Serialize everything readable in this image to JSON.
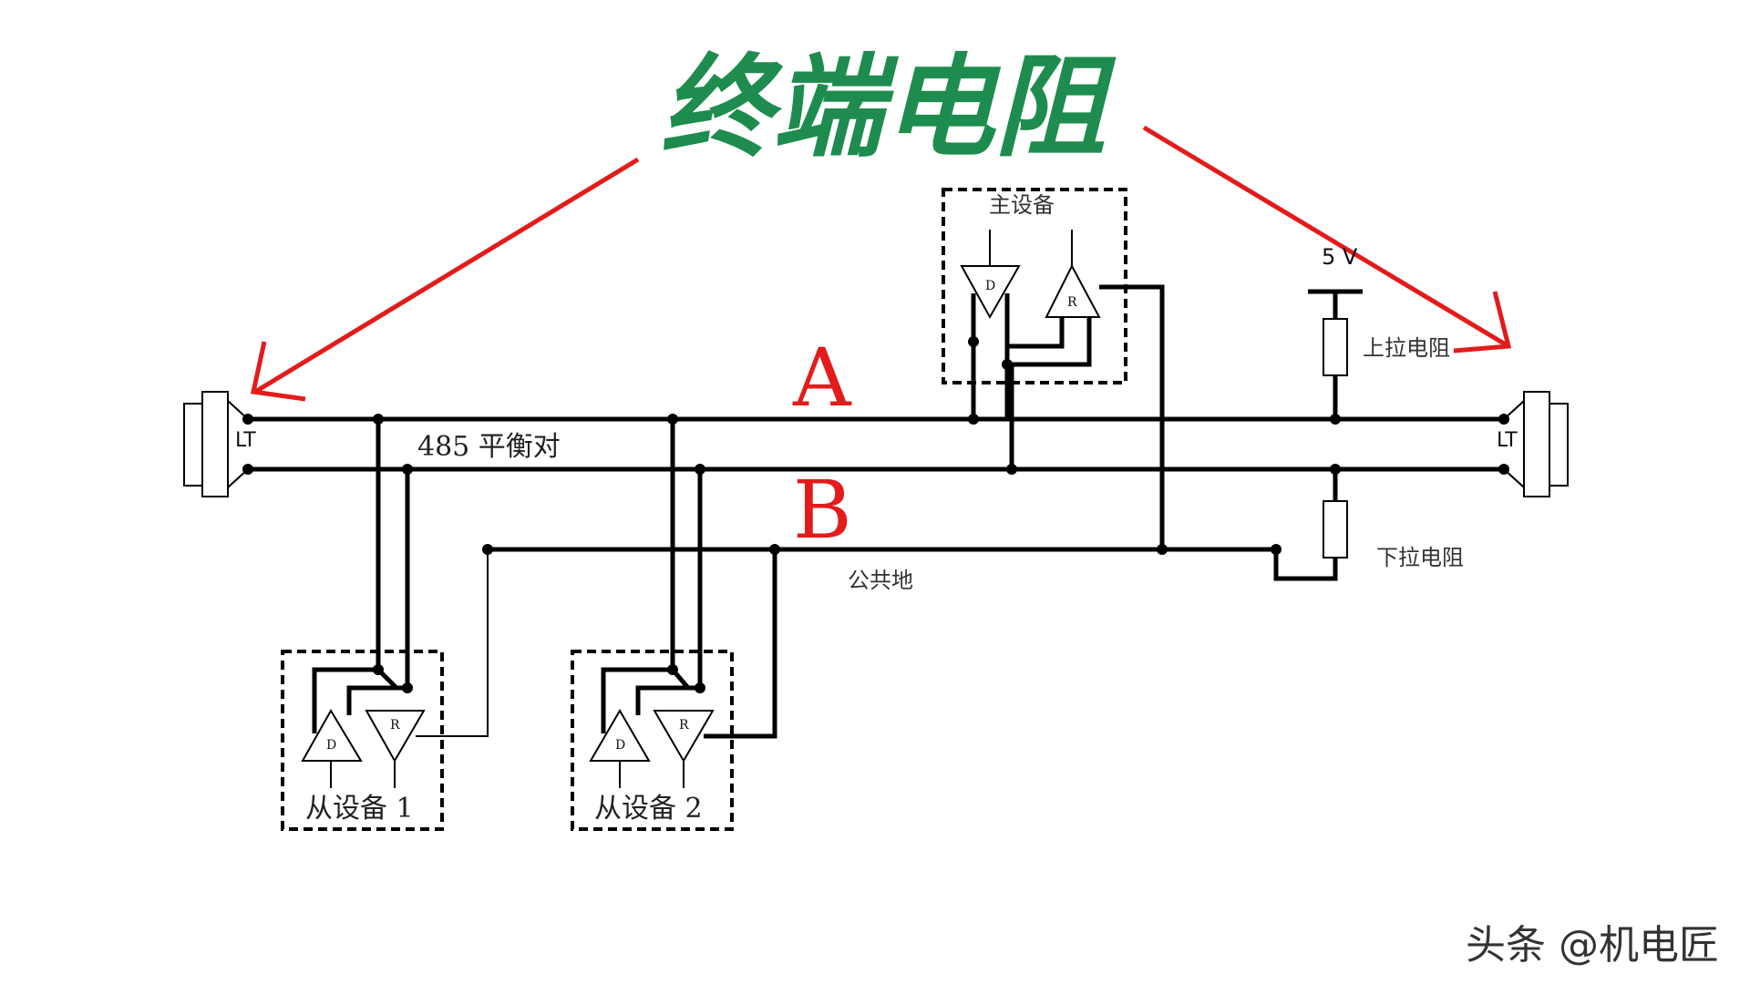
{
  "title": "终端电阻",
  "line_a_label": "A",
  "line_b_label": "B",
  "balanced_pair_label": "485 平衡对",
  "common_ground_label": "公共地",
  "master_device_label": "主设备",
  "slave_device_1_label": "从设备 1",
  "slave_device_2_label": "从设备 2",
  "pullup_resistor_label": "上拉电阻",
  "pulldown_resistor_label": "下拉电阻",
  "supply_label": "5 V",
  "terminator_left_label": "LT",
  "terminator_right_label": "LT",
  "driver_label": "D",
  "receiver_label": "R",
  "watermark": "头条 @机电匠",
  "colors": {
    "title": "#1e8c4e",
    "arrows": "#e31b1b",
    "line_letters": "#e31b1b",
    "wires": "#000000"
  }
}
